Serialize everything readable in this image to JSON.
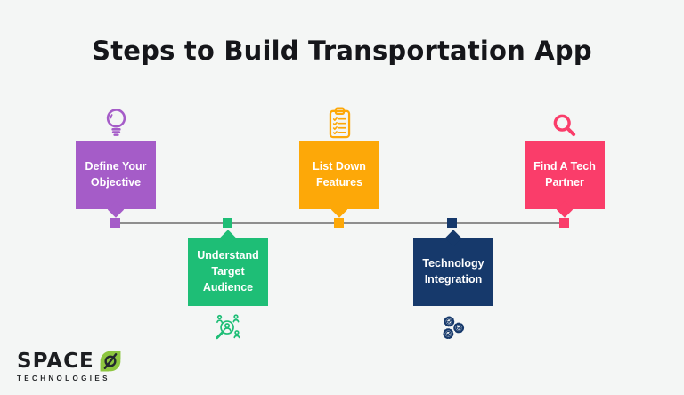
{
  "page": {
    "background": "#f4f6f5",
    "title": "Steps to Build Transportation App",
    "title_color": "#15161a"
  },
  "timeline": {
    "line_color": "#8e8e8e"
  },
  "steps": [
    {
      "label": "Define Your Objective",
      "color": "#a55cc8",
      "icon": "lightbulb-icon",
      "position": "above"
    },
    {
      "label": "Understand Target Audience",
      "color": "#1ebe76",
      "icon": "audience-search-icon",
      "position": "below"
    },
    {
      "label": "List Down Features",
      "color": "#fda808",
      "icon": "checklist-clipboard-icon",
      "position": "above"
    },
    {
      "label": "Technology Integration",
      "color": "#16396b",
      "icon": "gears-check-icon",
      "position": "below"
    },
    {
      "label": "Find A Tech Partner",
      "color": "#fa3d6a",
      "icon": "search-icon",
      "position": "above"
    }
  ],
  "logo": {
    "brand": "SPACE",
    "tagline": "TECHNOLOGIES",
    "accent_color": "#8dc63f",
    "dark_color": "#23282e"
  }
}
